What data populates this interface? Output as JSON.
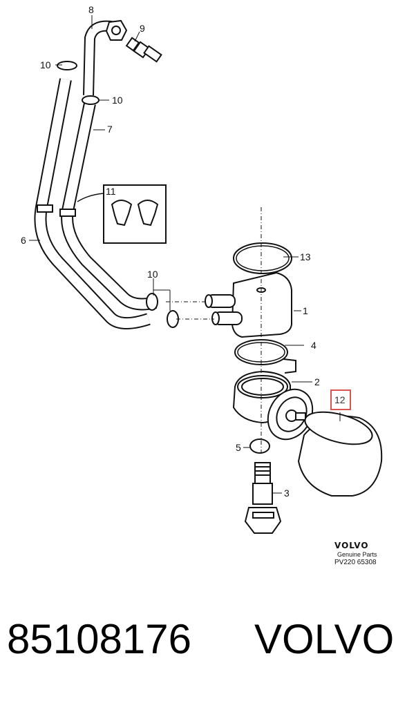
{
  "callouts": {
    "c8": "8",
    "c9": "9",
    "c10a": "10",
    "c10b": "10",
    "c7": "7",
    "c11": "11",
    "c6": "6",
    "c13": "13",
    "c10c": "10",
    "c1": "1",
    "c4": "4",
    "c2": "2",
    "c12": "12",
    "c5": "5",
    "c3": "3"
  },
  "highlight_color": "#d9534f",
  "brand": {
    "name": "VOLVO",
    "tagline": "Genuine Parts",
    "reference": "PV220 65308"
  },
  "footer": {
    "part_number": "85108176",
    "maker": "VOLVO"
  }
}
